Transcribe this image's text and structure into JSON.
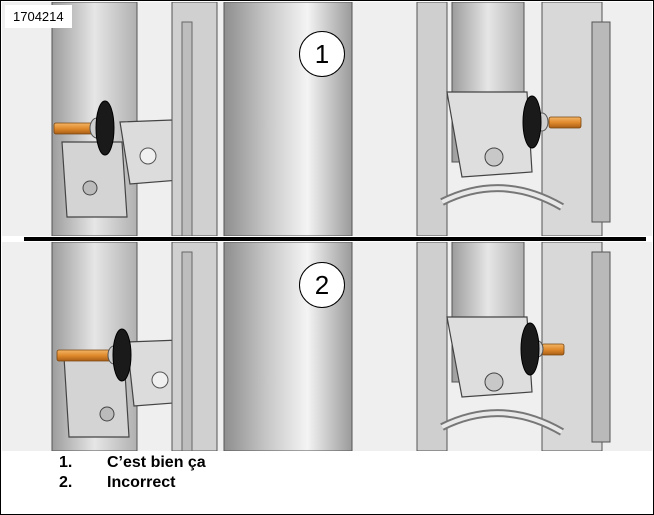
{
  "figure": {
    "id": "1704214",
    "callouts": [
      "1",
      "2"
    ]
  },
  "legend": [
    {
      "num": "1.",
      "text": "C’est bien ça"
    },
    {
      "num": "2.",
      "text": "Incorrect"
    }
  ],
  "colors": {
    "pin": "#e08a2c",
    "knob": "#1a1a1a",
    "divider": "#000000"
  }
}
